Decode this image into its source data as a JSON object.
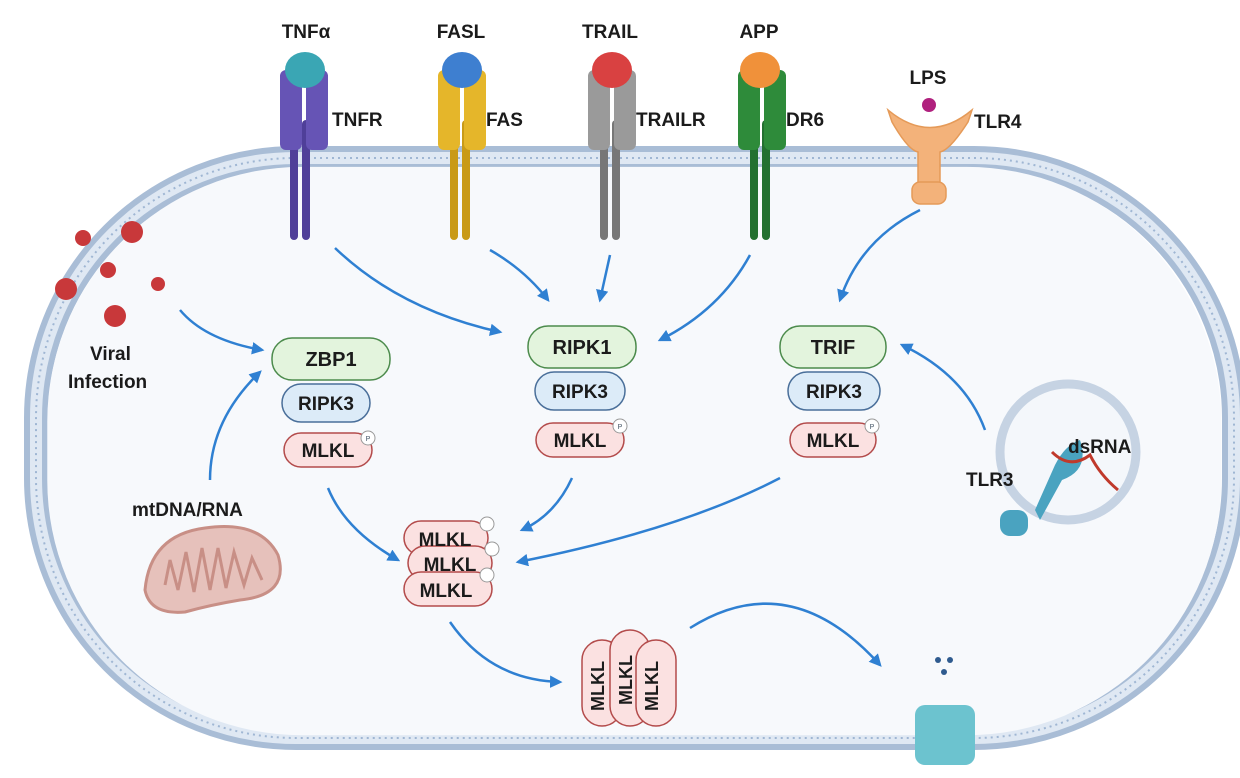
{
  "ligands": {
    "tnfa": "TNFα",
    "fasl": "FASL",
    "trail": "TRAIL",
    "app": "APP",
    "lps": "LPS"
  },
  "receptors": {
    "tnfr": "TNFR",
    "fas": "FAS",
    "trailr": "TRAILR",
    "dr6": "DR6",
    "tlr4": "TLR4",
    "tlr3": "TLR3"
  },
  "stimuli": {
    "viral_line1": "Viral",
    "viral_line2": "Infection",
    "mtdna": "mtDNA/RNA",
    "dsrna": "dsRNA"
  },
  "complexes": {
    "left": {
      "top": "ZBP1",
      "mid": "RIPK3",
      "bottom": "MLKL"
    },
    "center": {
      "top": "RIPK1",
      "mid": "RIPK3",
      "bottom": "MLKL"
    },
    "right": {
      "top": "TRIF",
      "mid": "RIPK3",
      "bottom": "MLKL"
    }
  },
  "oligomer": [
    "MLKL",
    "MLKL",
    "MLKL"
  ],
  "pore": [
    "MLKL",
    "MLKL",
    "MLKL"
  ],
  "phospho": "P",
  "colors": {
    "membrane": "#a9bdd6",
    "membrane_head": "#9fb6d3",
    "arrow": "#2f80d2",
    "tnfr": "#5b49a8",
    "tnfa": "#3aa6b4",
    "fas": "#e0b125",
    "fasl": "#3e7fd0",
    "trailr": "#8d8d8d",
    "trail": "#d94141",
    "dr6": "#2e8b3a",
    "app": "#f0913a",
    "tlr4": "#f3b27a",
    "lps": "#b0217e",
    "tlr3": "#4aa3c0",
    "virus": "#c8383a",
    "mito": "#c88f86",
    "green_pill": "#e3f4dd",
    "blue_pill": "#dcebf8",
    "red_pill": "#fbe1e1",
    "channel": "#6cc3cf"
  }
}
